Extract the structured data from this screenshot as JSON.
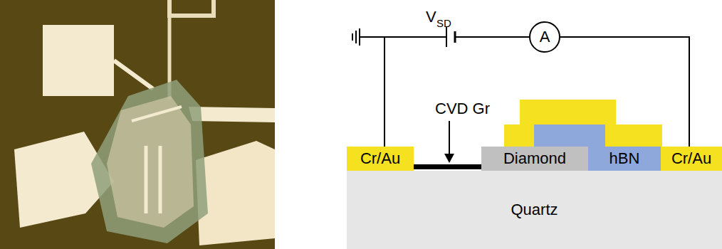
{
  "diagram": {
    "nodes": [
      {
        "text": [
          "A"
        ]
      },
      {
        "text": [
          "Cr/Au"
        ]
      },
      {
        "text": [
          "Diamond"
        ]
      },
      {
        "text": [
          "hBN"
        ]
      },
      {
        "text": [
          "Cr/Au"
        ]
      },
      {
        "text": [
          "Quartz"
        ]
      }
    ],
    "edges": [
      {
        "from": 1,
        "to": 0,
        "arrow": "none"
      },
      {
        "from": 0,
        "to": 4,
        "arrow": "none"
      }
    ],
    "labels": [
      "V",
      "SD",
      "CVD Gr"
    ]
  }
}
